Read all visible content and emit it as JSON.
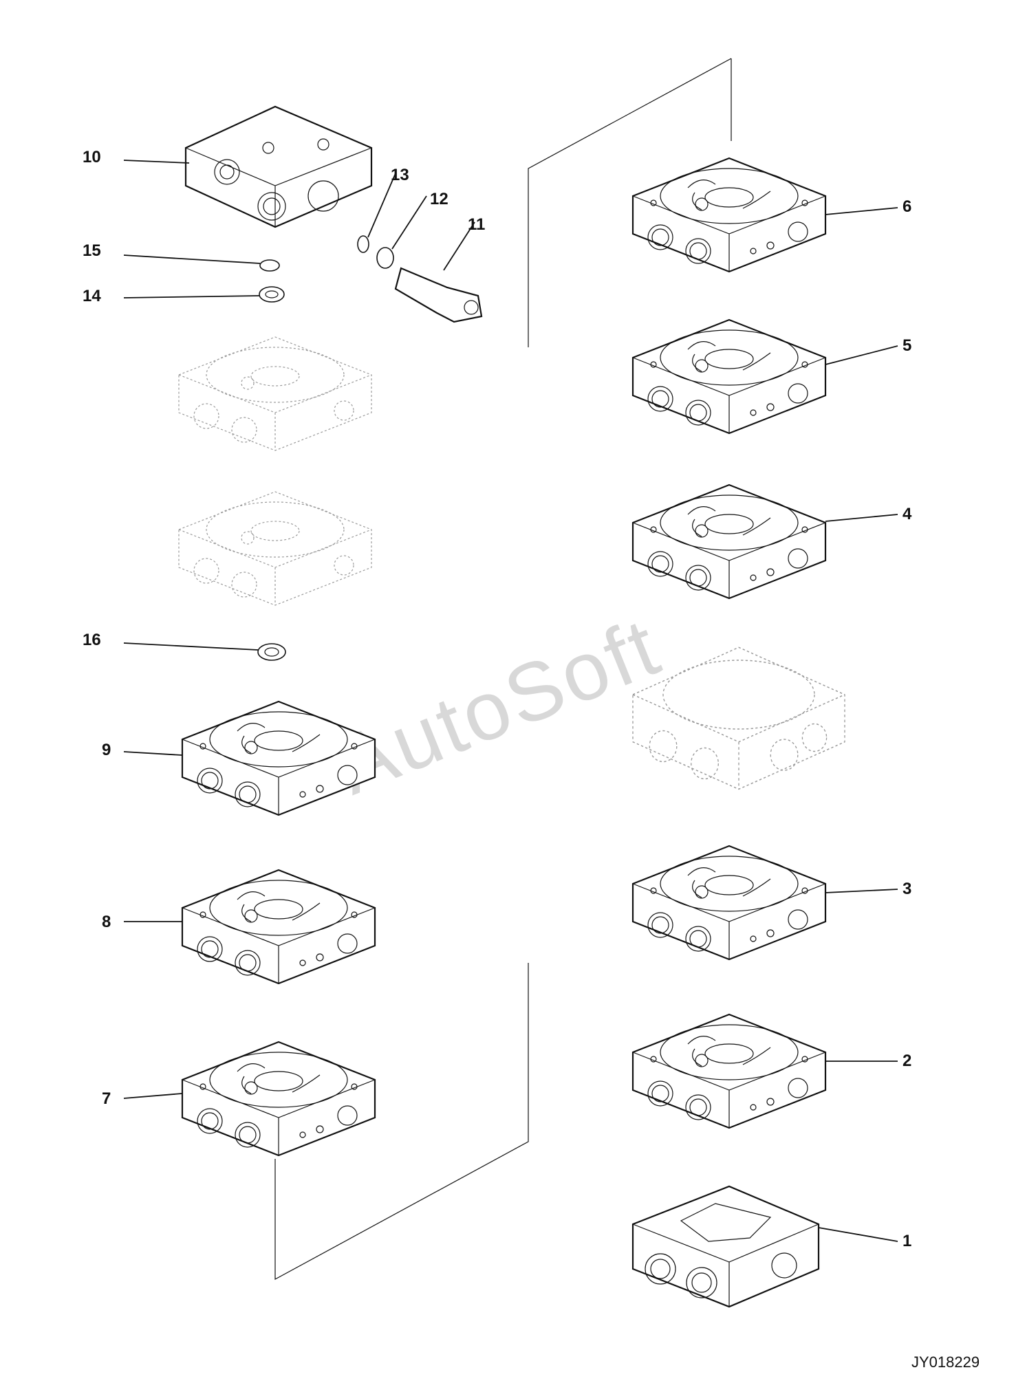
{
  "diagram": {
    "watermark": "AutoSoft",
    "drawing_code": "JY018229",
    "callouts": [
      "1",
      "2",
      "3",
      "4",
      "5",
      "6",
      "7",
      "8",
      "9",
      "10",
      "11",
      "12",
      "13",
      "14",
      "15",
      "16"
    ]
  }
}
